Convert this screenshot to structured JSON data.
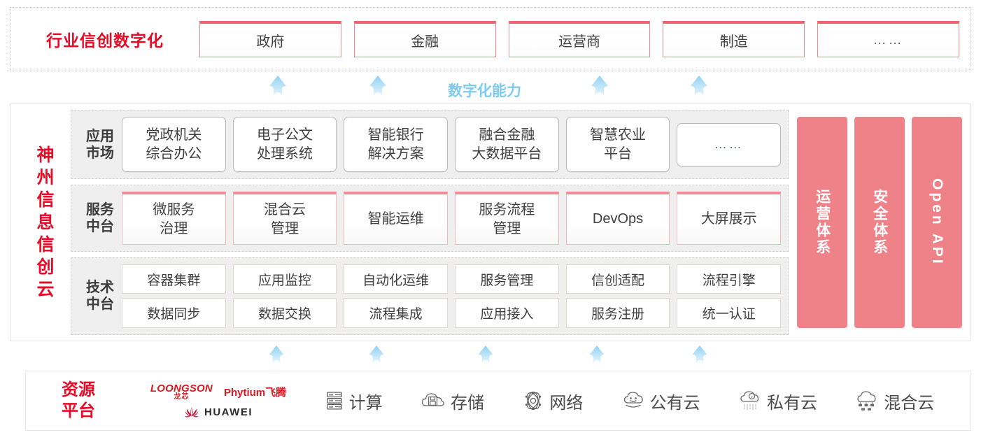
{
  "industry": {
    "title": "行业信创数字化",
    "boxes": [
      {
        "label": "政府"
      },
      {
        "label": "金融"
      },
      {
        "label": "运营商"
      },
      {
        "label": "制造"
      },
      {
        "label": "……"
      }
    ]
  },
  "capability_label": "数字化能力",
  "cloud": {
    "title_chars": [
      "神",
      "州",
      "信",
      "息",
      "信",
      "创",
      "云"
    ],
    "layers": [
      {
        "label": "应用\n市场",
        "label_line1": "应用",
        "label_line2": "市场",
        "cells": [
          {
            "line1": "党政机关",
            "line2": "综合办公"
          },
          {
            "line1": "电子公文",
            "line2": "处理系统"
          },
          {
            "line1": "智能银行",
            "line2": "解决方案"
          },
          {
            "line1": "融合金融",
            "line2": "大数据平台"
          },
          {
            "line1": "智慧农业",
            "line2": "平台"
          },
          {
            "line1": "……",
            "line2": ""
          }
        ]
      },
      {
        "label_line1": "服务",
        "label_line2": "中台",
        "cells": [
          {
            "line1": "微服务",
            "line2": "治理"
          },
          {
            "line1": "混合云",
            "line2": "管理"
          },
          {
            "line1": "智能运维",
            "line2": ""
          },
          {
            "line1": "服务流程",
            "line2": "管理"
          },
          {
            "line1": "DevOps",
            "line2": ""
          },
          {
            "line1": "大屏展示",
            "line2": ""
          }
        ]
      },
      {
        "label_line1": "技术",
        "label_line2": "中台",
        "row1": [
          "容器集群",
          "应用监控",
          "自动化运维",
          "服务管理",
          "信创适配",
          "流程引擎"
        ],
        "row2": [
          "数据同步",
          "数据交换",
          "流程集成",
          "应用接入",
          "服务注册",
          "统一认证"
        ]
      }
    ],
    "pillars": [
      {
        "label": "运营体系",
        "latin": false
      },
      {
        "label": "安全体系",
        "latin": false
      },
      {
        "label": "Open API",
        "latin": true
      }
    ]
  },
  "resource": {
    "title_line1": "资源",
    "title_line2": "平台",
    "vendors": [
      {
        "name": "LOONGSON",
        "sub": "龙芯"
      },
      {
        "name": "Phytium飞腾",
        "sub": ""
      },
      {
        "name": "HUAWEI",
        "sub": ""
      }
    ],
    "items": [
      {
        "label": "计算",
        "icon": "server-icon"
      },
      {
        "label": "存储",
        "icon": "storage-cloud-icon"
      },
      {
        "label": "网络",
        "icon": "network-icon"
      },
      {
        "label": "公有云",
        "icon": "public-cloud-icon"
      },
      {
        "label": "私有云",
        "icon": "private-cloud-icon"
      },
      {
        "label": "混合云",
        "icon": "hybrid-cloud-icon"
      }
    ]
  },
  "colors": {
    "brand_red": "#E60B26",
    "pink": "#EF8189",
    "pink_border": "#F08A94",
    "arrow_blue": "#9FD8F5",
    "capability_blue": "#7FCBEF"
  }
}
